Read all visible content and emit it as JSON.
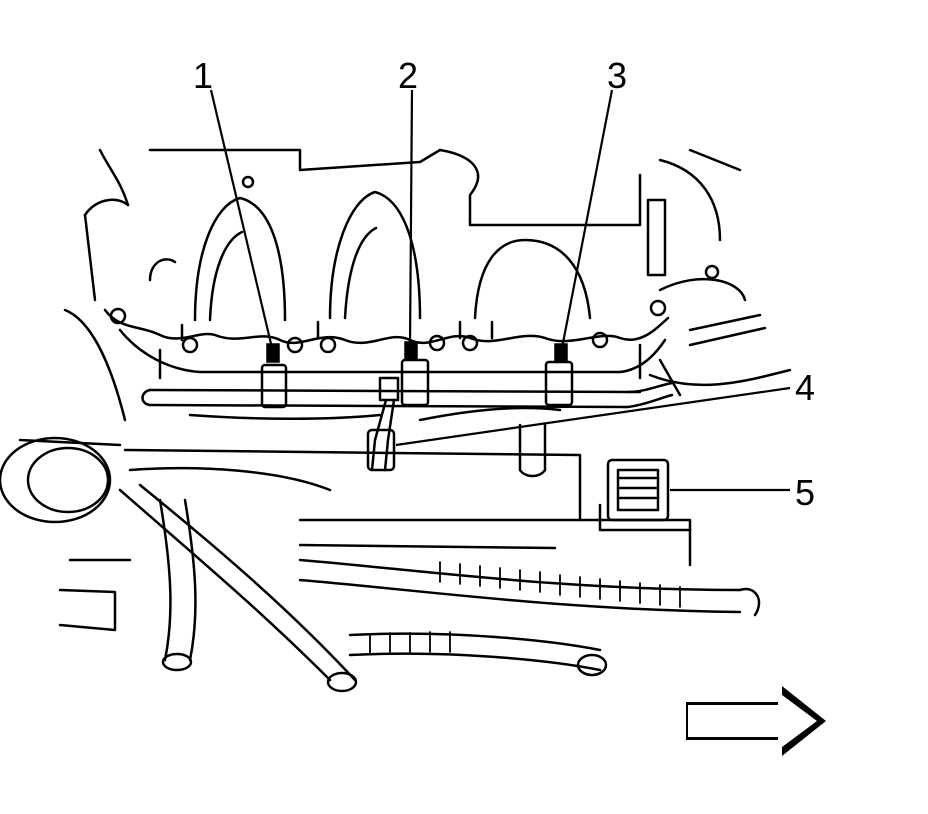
{
  "callouts": [
    {
      "id": "1",
      "text": "1"
    },
    {
      "id": "2",
      "text": "2"
    },
    {
      "id": "3",
      "text": "3"
    },
    {
      "id": "4",
      "text": "4"
    },
    {
      "id": "5",
      "text": "5"
    }
  ],
  "icons": {
    "direction": "right-arrow-icon"
  },
  "colors": {
    "ink": "#000000",
    "paper": "#ffffff"
  }
}
